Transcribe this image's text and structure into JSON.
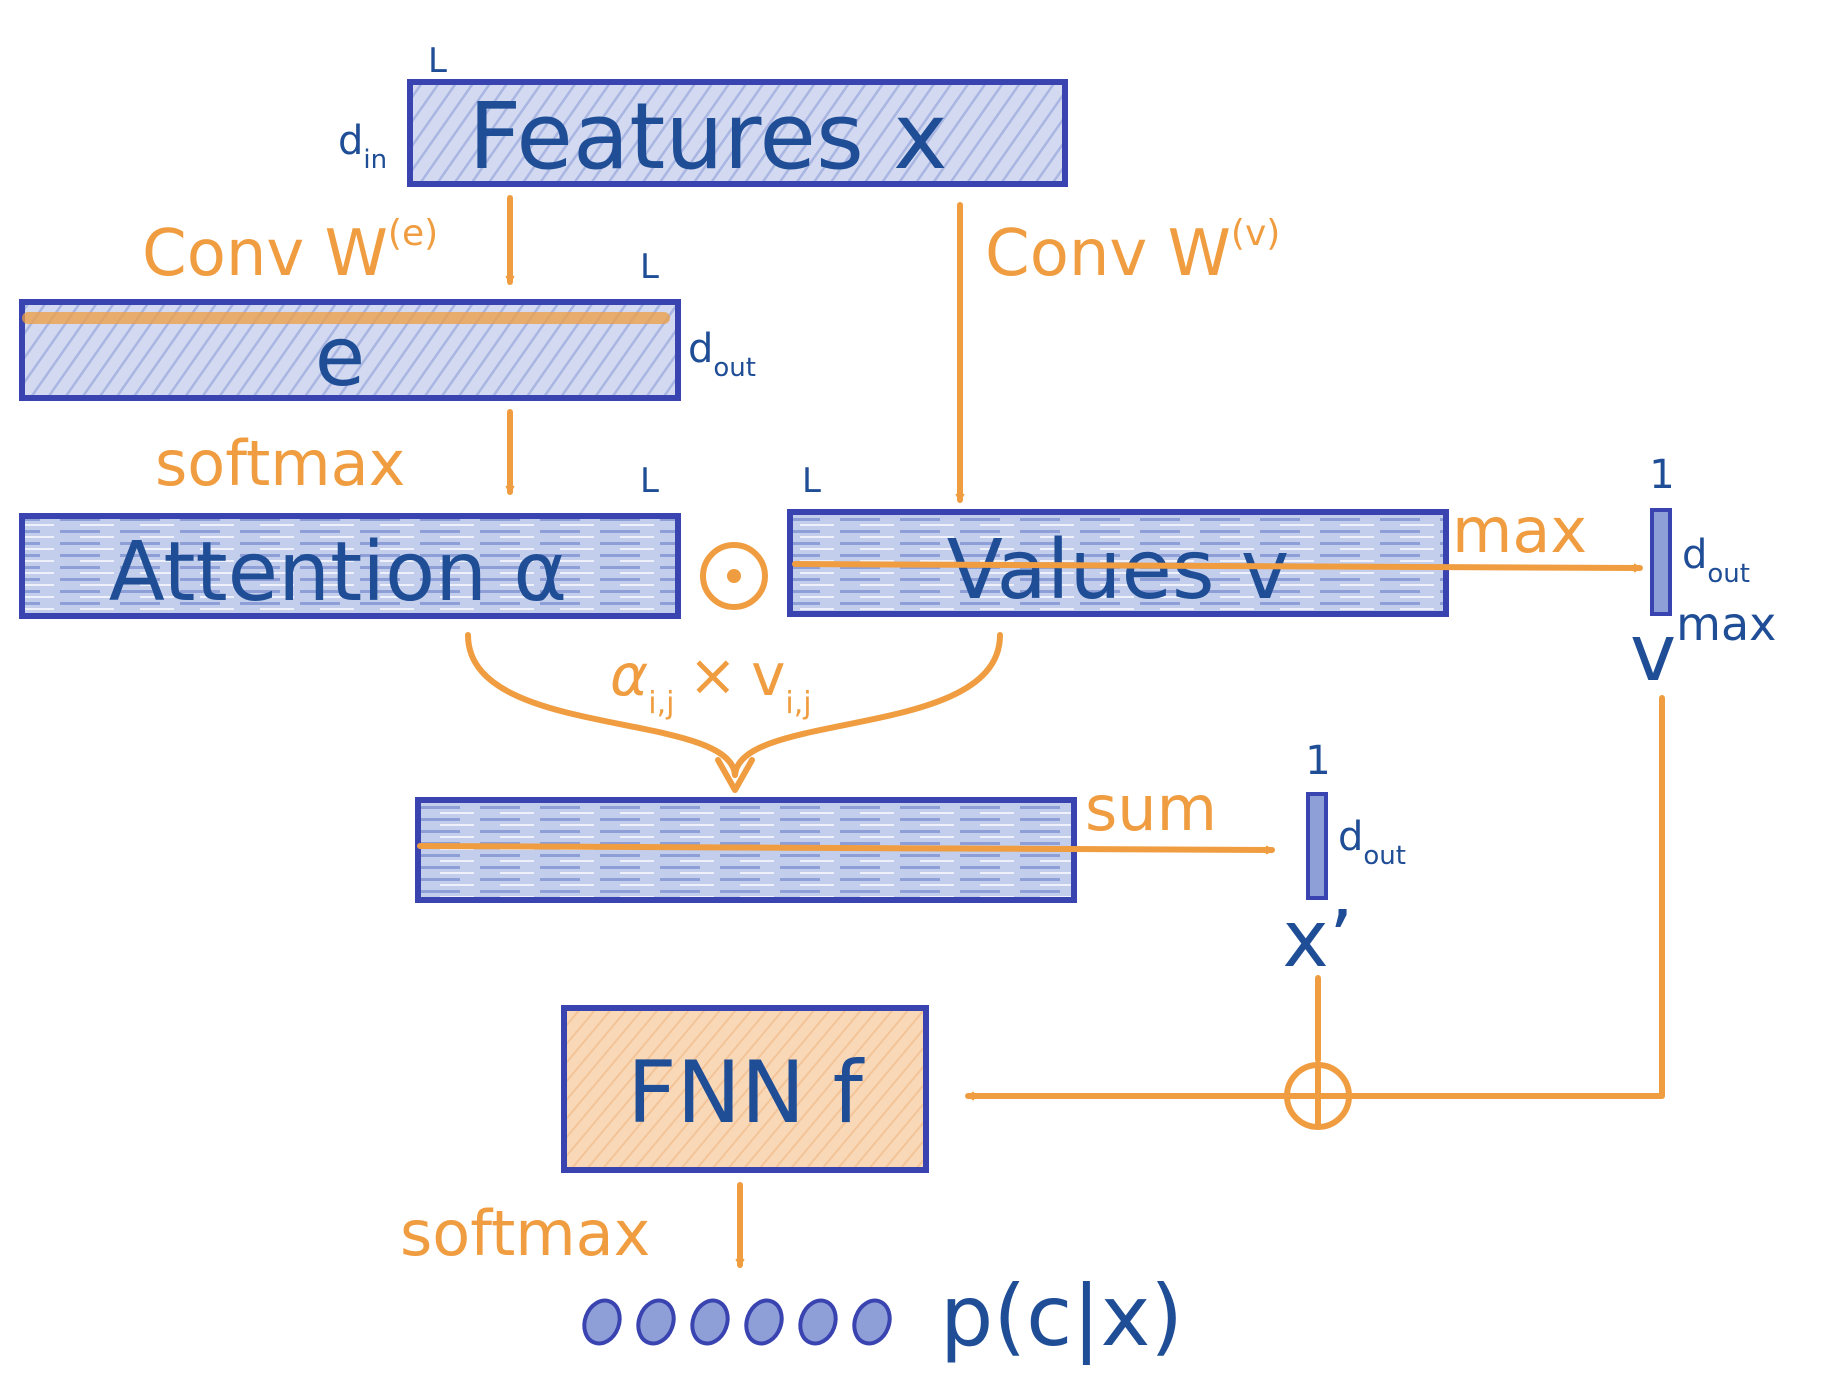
{
  "features": {
    "label": "Features x",
    "dim_L": "L",
    "dim_d": "d",
    "dim_d_sub": "in"
  },
  "conv_e": {
    "label": "Conv W",
    "sup": "(e)"
  },
  "conv_v": {
    "label": "Conv W",
    "sup": "(v)"
  },
  "e_block": {
    "label": "e",
    "dim_L": "L",
    "dim_d": "d",
    "dim_d_sub": "out"
  },
  "softmax_top": "softmax",
  "attention": {
    "label": "Attention α",
    "dim_L": "L"
  },
  "odot": "⊙",
  "values": {
    "label": "Values v",
    "dim_L": "L"
  },
  "max_op": "max",
  "vmax": {
    "dim_1": "1",
    "dim_d": "d",
    "dim_d_sub": "out",
    "label": "v",
    "sup": "max"
  },
  "product": {
    "alpha": "α",
    "alpha_sub": "i,j",
    "times": "×",
    "v": "v",
    "v_sub": "i,j"
  },
  "sum_op": "sum",
  "xprime": {
    "dim_1": "1",
    "dim_d": "d",
    "dim_d_sub": "out",
    "label": "x’"
  },
  "oplus": "⊕",
  "fnn": {
    "label": "FNN f"
  },
  "softmax_bottom": "softmax",
  "output": {
    "label": "p(c|x)",
    "count": 6
  },
  "colors": {
    "blue_text": "#1f4e96",
    "box_border": "#3a44b0",
    "box_fill": "#c9d2ee",
    "orange": "#ef9d40",
    "fnn_fill": "#f8d2ae"
  }
}
